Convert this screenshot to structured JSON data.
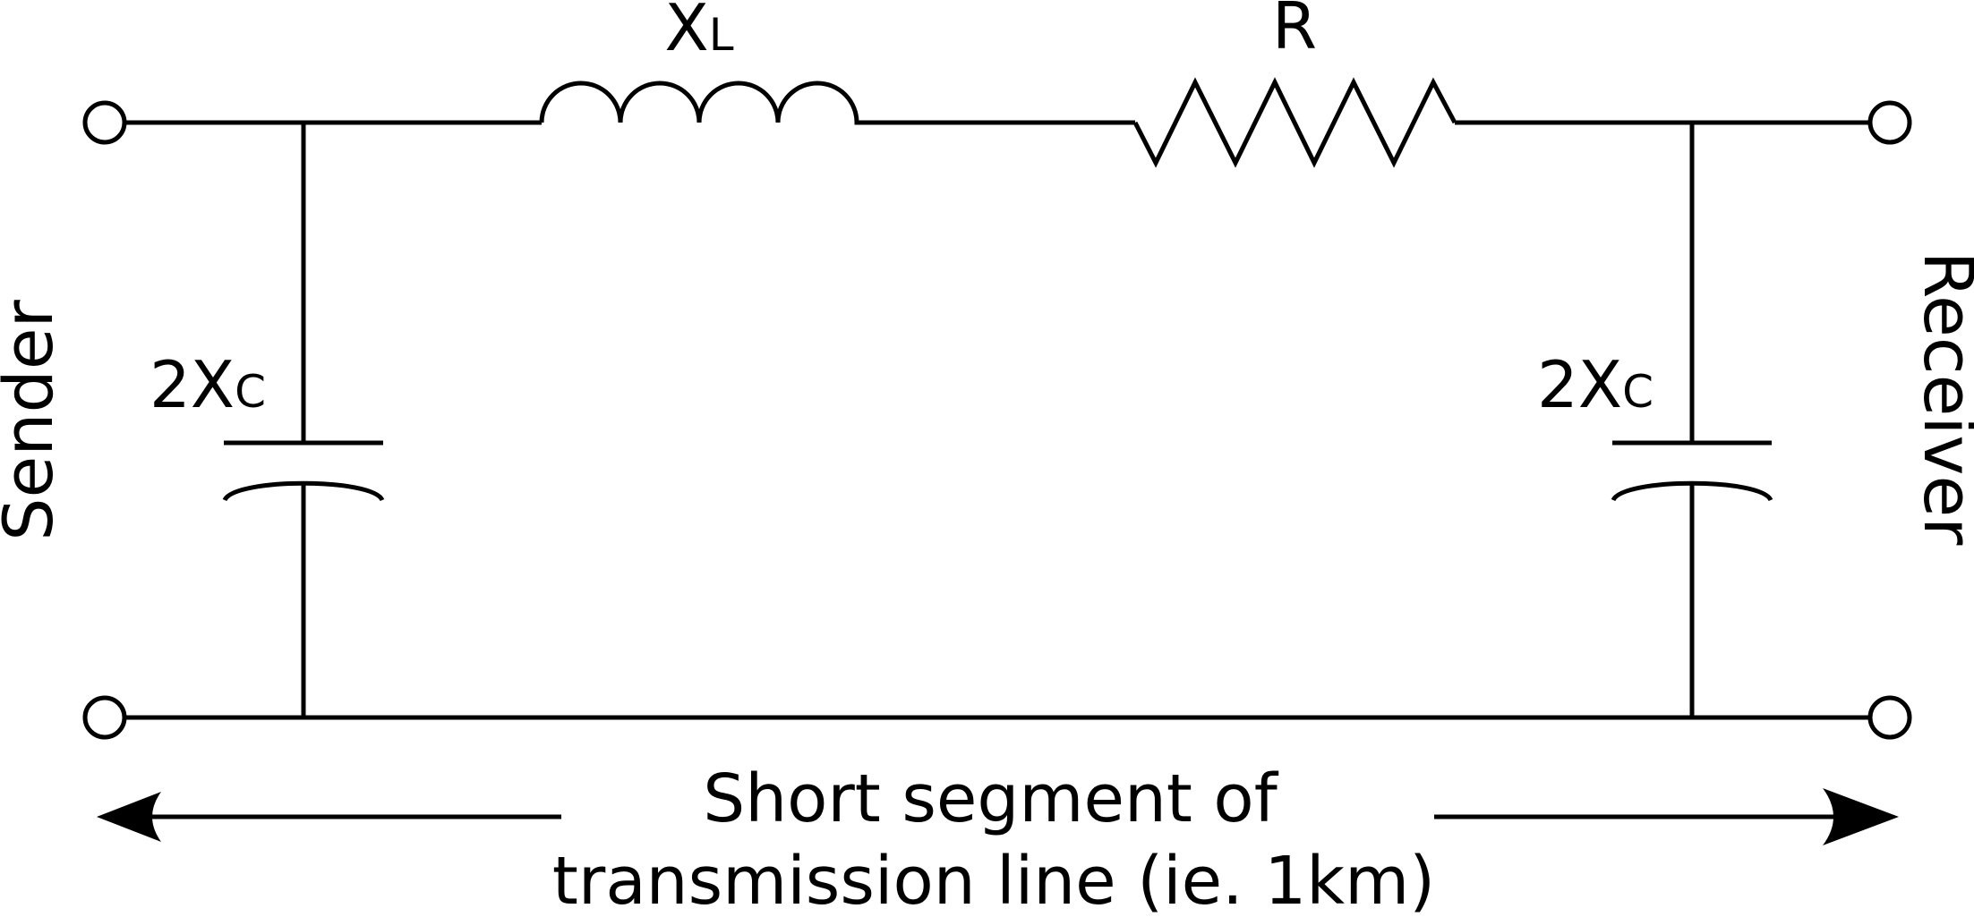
{
  "labels": {
    "inductor_main": "X",
    "inductor_sub": "L",
    "resistor": "R",
    "capacitor_left_main": "2X",
    "capacitor_left_sub": "C",
    "capacitor_right_main": "2X",
    "capacitor_right_sub": "C",
    "sender": "Sender",
    "receiver": "Receiver",
    "caption_line1": "Short segment of",
    "caption_line2": "transmission line (ie. 1km)"
  },
  "colors": {
    "stroke": "#000000",
    "background": "#ffffff"
  }
}
